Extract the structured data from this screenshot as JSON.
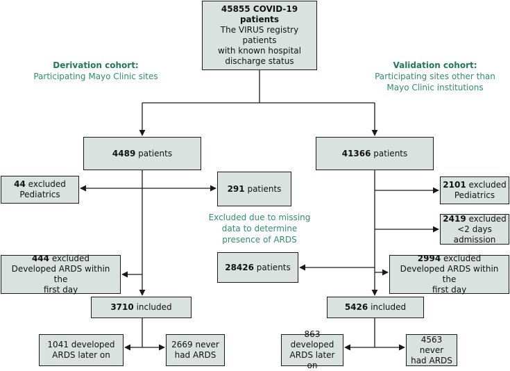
{
  "top": {
    "count": "45855 COVID-19",
    "unit": "patients",
    "desc1": "The VIRUS registry patients",
    "desc2": "with known hospital",
    "desc3": "discharge status"
  },
  "derivation": {
    "title": "Derivation cohort:",
    "desc": "Participating Mayo Clinic sites"
  },
  "validation": {
    "title": "Validation cohort:",
    "desc1": "Participating sites other than",
    "desc2": "Mayo Clinic institutions"
  },
  "left": {
    "patients": {
      "count": "4489",
      "unit": "patients"
    },
    "excl_peds": {
      "count": "44",
      "label": "excluded",
      "reason": "Pediatrics"
    },
    "excl_ards": {
      "count": "444",
      "label": "excluded",
      "reason1": "Developed ARDS within the",
      "reason2": "first day"
    },
    "included": {
      "count": "3710",
      "label": "included"
    },
    "developed": {
      "line1": "1041 developed",
      "line2": "ARDS later on"
    },
    "never": {
      "line1": "2669 never",
      "line2": "had ARDS"
    }
  },
  "middle": {
    "missing": {
      "count": "291",
      "unit": "patients"
    },
    "missing_note": {
      "line1": "Excluded due to missing",
      "line2": "data to determine",
      "line3": "presence of ARDS"
    },
    "pool": {
      "count": "28426",
      "unit": "patients"
    }
  },
  "right": {
    "patients": {
      "count": "41366",
      "unit": "patients"
    },
    "excl_peds": {
      "count": "2101",
      "label": "excluded",
      "reason": "Pediatrics"
    },
    "excl_short": {
      "count": "2419",
      "label": "excluded",
      "reason": "<2 days admission"
    },
    "excl_ards": {
      "count": "2994",
      "label": "excluded",
      "reason1": "Developed ARDS within the",
      "reason2": "first day"
    },
    "included": {
      "count": "5426",
      "label": "included"
    },
    "developed": {
      "line1": "863 developed",
      "line2": "ARDS later on"
    },
    "never": {
      "line1": "4563 never",
      "line2": "had ARDS"
    }
  }
}
